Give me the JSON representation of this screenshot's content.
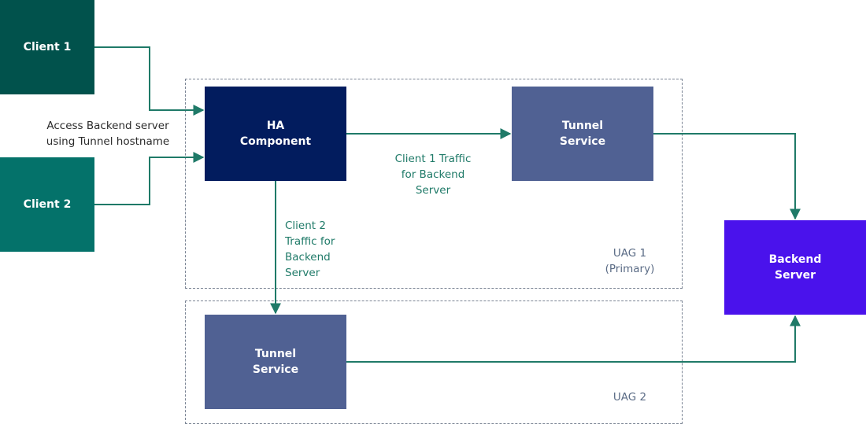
{
  "nodes": {
    "client1": {
      "label": "Client 1"
    },
    "client2": {
      "label": "Client 2"
    },
    "ha": {
      "line1": "HA",
      "line2": "Component"
    },
    "tunnel1": {
      "line1": "Tunnel",
      "line2": "Service"
    },
    "tunnel2": {
      "line1": "Tunnel",
      "line2": "Service"
    },
    "backend": {
      "line1": "Backend",
      "line2": "Server"
    }
  },
  "annotations": {
    "access": [
      "Access Backend server",
      "using Tunnel hostname"
    ],
    "client1_traffic": [
      "Client 1 Traffic",
      "for Backend",
      "Server"
    ],
    "client2_traffic": [
      "Client 2",
      "Traffic for",
      "Backend",
      "Server"
    ]
  },
  "groups": {
    "uag1": [
      "UAG 1",
      "(Primary)"
    ],
    "uag2": "UAG 2"
  },
  "colors": {
    "client1": "#01524c",
    "client2": "#04726a",
    "ha": "#021c5e",
    "tunnel": "#506193",
    "backend": "#4a12ec",
    "connector": "#1f7a68"
  }
}
